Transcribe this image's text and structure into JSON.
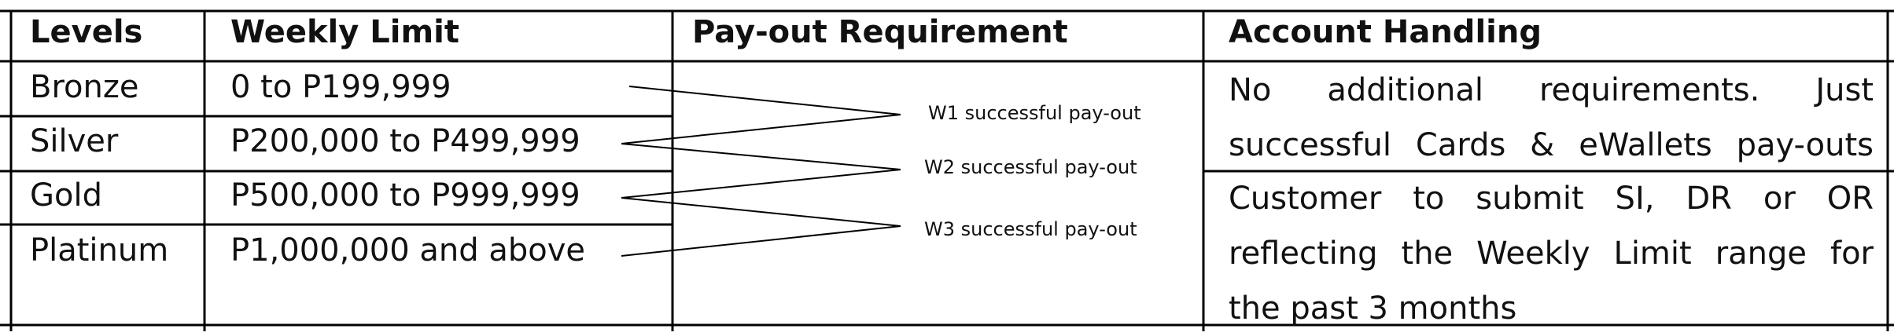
{
  "headers": {
    "levels": "Levels",
    "weekly_limit": "Weekly Limit",
    "payout_requirement": "Pay-out Requirement",
    "account_handling": "Account Handling"
  },
  "rows": [
    {
      "level": "Bronze",
      "limit": "0 to P199,999"
    },
    {
      "level": "Silver",
      "limit": "P200,000 to P499,999"
    },
    {
      "level": "Gold",
      "limit": "P500,000 to P999,999"
    },
    {
      "level": "Platinum",
      "limit": "P1,000,000 and above"
    }
  ],
  "payout_notes": [
    "W1 successful pay-out",
    "W2 successful pay-out",
    "W3 successful pay-out"
  ],
  "account_handling": {
    "group1_lines": [
      "No additional requirements. Just",
      "successful Cards & eWallets pay-outs"
    ],
    "group2_lines": [
      "Customer to submit SI, DR or OR",
      "reflecting the Weekly Limit range for",
      "the past 3 months"
    ]
  }
}
